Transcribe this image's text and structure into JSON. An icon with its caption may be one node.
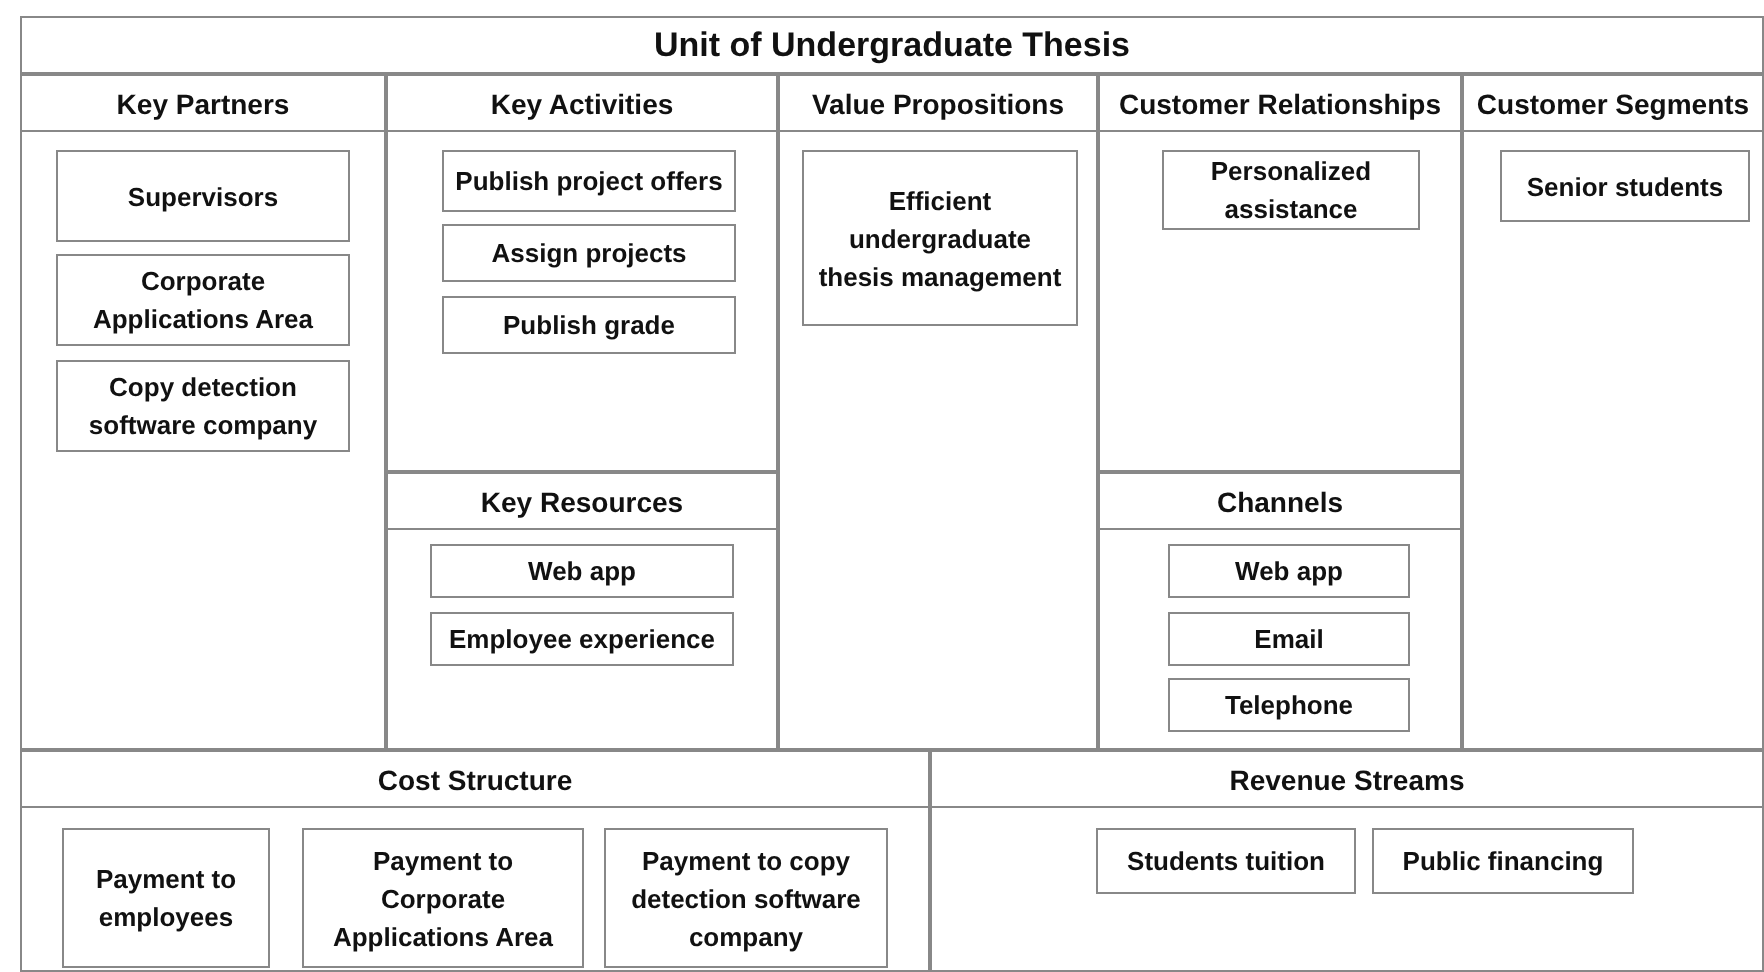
{
  "diagram": {
    "title": "Unit of Undergraduate Thesis",
    "nodes": [
      {
        "text": [
          "Key Partners"
        ]
      },
      {
        "text": [
          "Supervisors"
        ],
        "in": 0
      },
      {
        "text": [
          "Corporate Applications Area"
        ],
        "in": 0
      },
      {
        "text": [
          "Copy detection software company"
        ],
        "in": 0
      },
      {
        "text": [
          "Key Activities"
        ]
      },
      {
        "text": [
          "Publish project offers"
        ],
        "in": 4
      },
      {
        "text": [
          "Assign projects"
        ],
        "in": 4
      },
      {
        "text": [
          "Publish grade"
        ],
        "in": 4
      },
      {
        "text": [
          "Key Resources"
        ]
      },
      {
        "text": [
          "Web app"
        ],
        "in": 8
      },
      {
        "text": [
          "Employee experience"
        ],
        "in": 8
      },
      {
        "text": [
          "Value Propositions"
        ]
      },
      {
        "text": [
          "Efficient undergraduate thesis management"
        ],
        "in": 11
      },
      {
        "text": [
          "Customer Relationships"
        ]
      },
      {
        "text": [
          "Personalized assistance"
        ],
        "in": 13
      },
      {
        "text": [
          "Channels"
        ]
      },
      {
        "text": [
          "Web app"
        ],
        "in": 15
      },
      {
        "text": [
          "Email"
        ],
        "in": 15
      },
      {
        "text": [
          "Telephone"
        ],
        "in": 15
      },
      {
        "text": [
          "Customer Segments"
        ]
      },
      {
        "text": [
          "Senior students"
        ],
        "in": 19
      },
      {
        "text": [
          "Cost Structure"
        ]
      },
      {
        "text": [
          "Payment to employees"
        ],
        "in": 21
      },
      {
        "text": [
          "Payment to Corporate Applications Area"
        ],
        "in": 21
      },
      {
        "text": [
          "Payment to copy detection software company"
        ],
        "in": 21
      },
      {
        "text": [
          "Revenue Streams"
        ]
      },
      {
        "text": [
          "Students tuition"
        ],
        "in": 25
      },
      {
        "text": [
          "Public financing"
        ],
        "in": 25
      }
    ]
  }
}
